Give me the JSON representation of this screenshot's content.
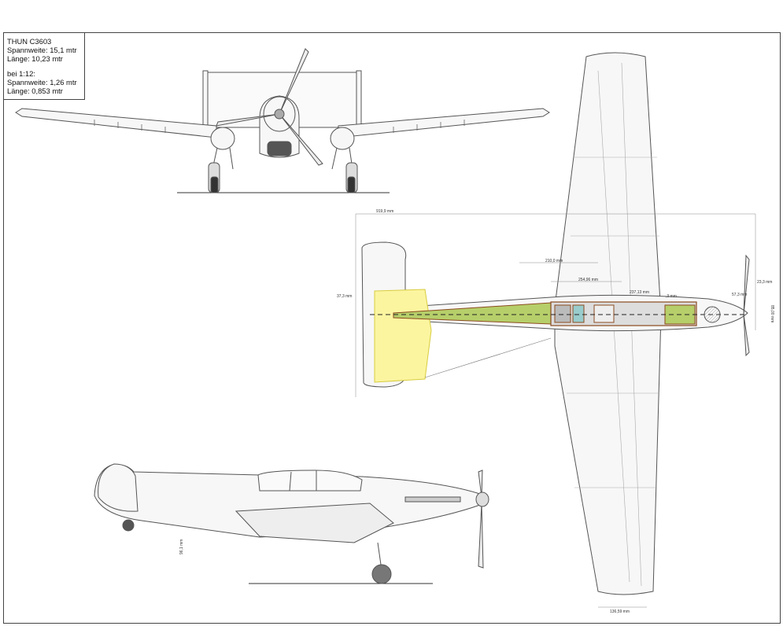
{
  "info": {
    "model": "THUN C3603",
    "span_full": "Spannweite: 15,1 mtr",
    "length_full": "Länge: 10,23 mtr",
    "scale": "bei 1:12:",
    "span_scaled": "Spannweite: 1,26 mtr",
    "length_scaled": "Länge: 0,853 mtr"
  },
  "dimensions": {
    "overall_length": "919,9 mm",
    "d_210": "210,0 mm",
    "d_254": "254,96 mm",
    "d_237": "237,13 mm",
    "d_3": ",3 mm",
    "d_57": "57,3 mm",
    "d_23": "23,3 mm",
    "d_37": "37,3 mm",
    "d_85": "85,00 mm",
    "d_96": "96,1 mm",
    "d_136": "136,59 mm"
  },
  "colors": {
    "line": "#555555",
    "fill": "#f7f7f7",
    "tail_yellow": "#fbf5a0",
    "green": "#b6cf6a",
    "brown": "#8a4a1e",
    "frame": "#444444"
  }
}
